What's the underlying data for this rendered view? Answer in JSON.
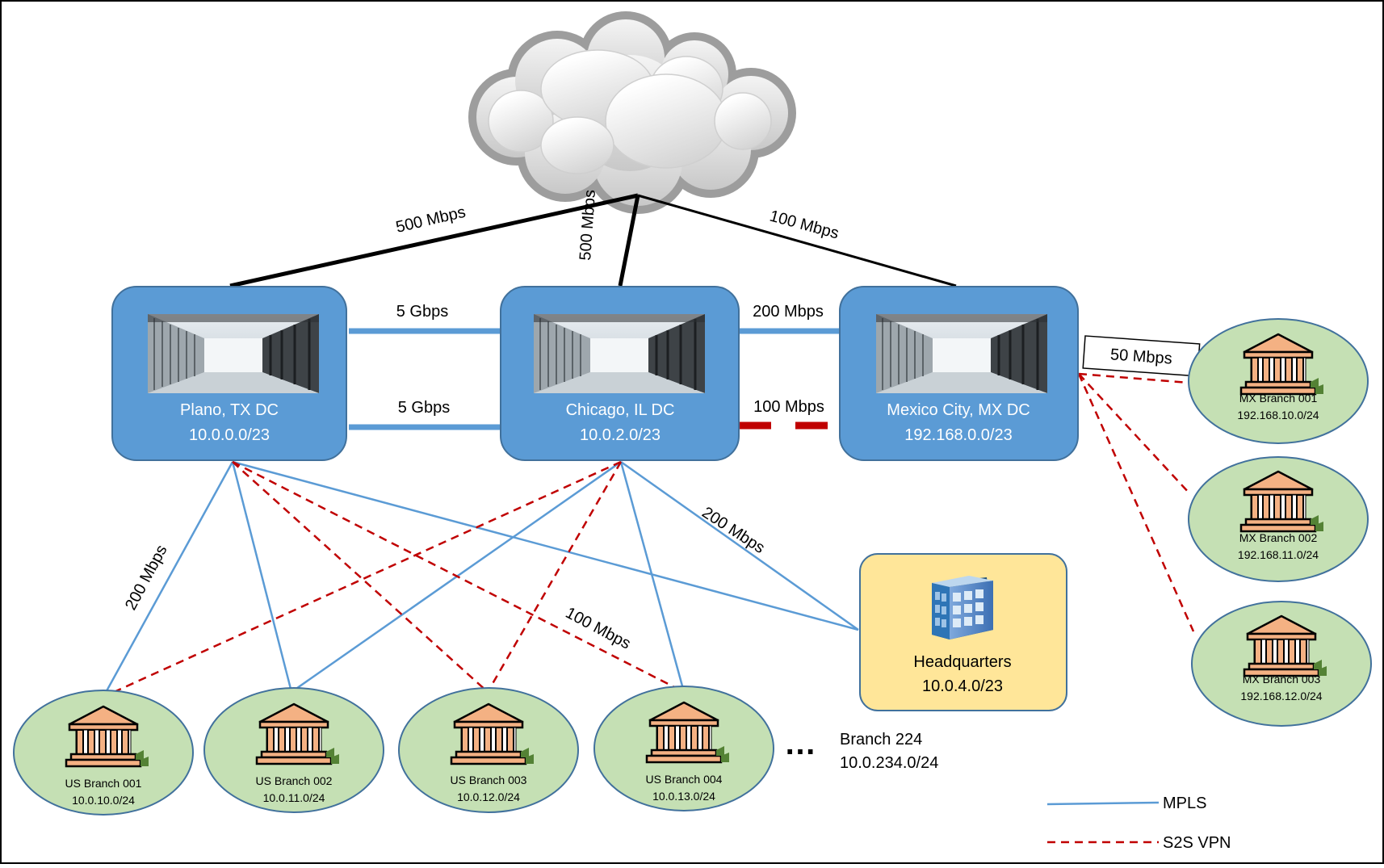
{
  "colors": {
    "mpls": "#5b9bd5",
    "vpn": "#c00000",
    "internet": "#000000",
    "dc_fill": "#5b9bd5",
    "dc_stroke": "#41719c",
    "branch_fill": "#c5e0b4",
    "branch_stroke": "#41719c",
    "hq_fill": "#ffe699",
    "hq_stroke": "#41719c"
  },
  "icons": {
    "cloud": "internet-cloud-icon",
    "datacenter": "server-room-image",
    "branch": "bank-building-icon",
    "hq": "office-building-icon"
  },
  "datacenters": [
    {
      "name": "Plano, TX DC",
      "subnet": "10.0.0.0/23"
    },
    {
      "name": "Chicago, IL DC",
      "subnet": "10.0.2.0/23"
    },
    {
      "name": "Mexico City, MX DC",
      "subnet": "192.168.0.0/23"
    }
  ],
  "internet_links": {
    "plano": "500 Mbps",
    "chicago": "500 Mbps",
    "mexico": "100 Mbps"
  },
  "dc_links": {
    "plano_chicago_1": "5 Gbps",
    "plano_chicago_2": "5 Gbps",
    "chicago_mexico_mpls": "200 Mbps",
    "chicago_mexico_vpn": "100 Mbps",
    "mexico_branches": "50 Mbps"
  },
  "us_links": {
    "plano_branch": "200 Mbps",
    "chicago_hq": "200 Mbps",
    "vpn": "100 Mbps"
  },
  "hq": {
    "name": "Headquarters",
    "subnet": "10.0.4.0/23"
  },
  "us_branches": [
    {
      "name": "US Branch 001",
      "subnet": "10.0.10.0/24"
    },
    {
      "name": "US Branch 002",
      "subnet": "10.0.11.0/24"
    },
    {
      "name": "US Branch 003",
      "subnet": "10.0.12.0/24"
    },
    {
      "name": "US Branch 004",
      "subnet": "10.0.13.0/24"
    }
  ],
  "mx_branches": [
    {
      "name": "MX Branch 001",
      "subnet": "192.168.10.0/24"
    },
    {
      "name": "MX Branch 002",
      "subnet": "192.168.11.0/24"
    },
    {
      "name": "MX Branch 003",
      "subnet": "192.168.12.0/24"
    }
  ],
  "ellipsis": "…",
  "branch224": {
    "name": "Branch 224",
    "subnet": "10.0.234.0/24"
  },
  "legend": {
    "mpls": "MPLS",
    "vpn": "S2S VPN"
  }
}
